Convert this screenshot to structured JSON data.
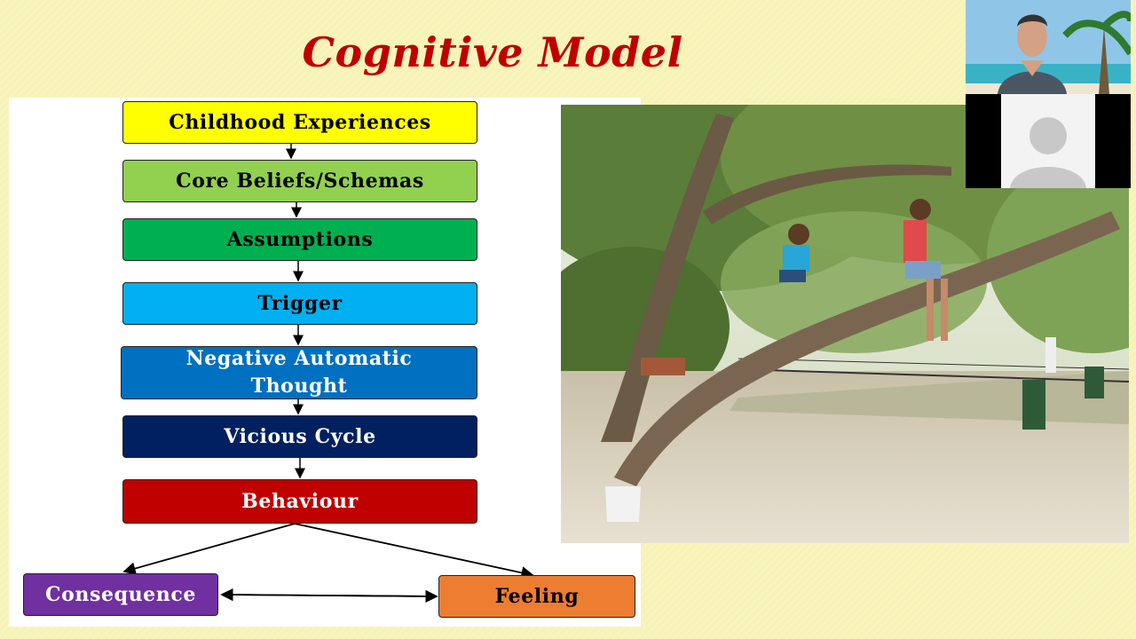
{
  "slide": {
    "title": "Cognitive Model"
  },
  "diagram": {
    "boxes": [
      {
        "id": "childhood",
        "label": "Childhood Experiences",
        "color": "#ffff00",
        "text_color": "#000000"
      },
      {
        "id": "core-beliefs",
        "label": "Core Beliefs/Schemas",
        "color": "#92d050",
        "text_color": "#000000"
      },
      {
        "id": "assumptions",
        "label": "Assumptions",
        "color": "#00b050",
        "text_color": "#000000"
      },
      {
        "id": "trigger",
        "label": "Trigger",
        "color": "#00b0f0",
        "text_color": "#000000"
      },
      {
        "id": "nat",
        "label": "Negative Automatic Thought",
        "color": "#0070c0",
        "text_color": "#ffffff"
      },
      {
        "id": "vicious-cycle",
        "label": "Vicious Cycle",
        "color": "#002060",
        "text_color": "#ffffff"
      },
      {
        "id": "behaviour",
        "label": "Behaviour",
        "color": "#c00000",
        "text_color": "#ffffff"
      },
      {
        "id": "consequence",
        "label": "Consequence",
        "color": "#7030a0",
        "text_color": "#ffffff"
      },
      {
        "id": "feeling",
        "label": "Feeling",
        "color": "#ed7d31",
        "text_color": "#000000"
      }
    ]
  },
  "photo": {
    "icon": "park-photo"
  },
  "video_participants": [
    {
      "icon": "presenter-video"
    },
    {
      "icon": "user-avatar-icon"
    }
  ]
}
